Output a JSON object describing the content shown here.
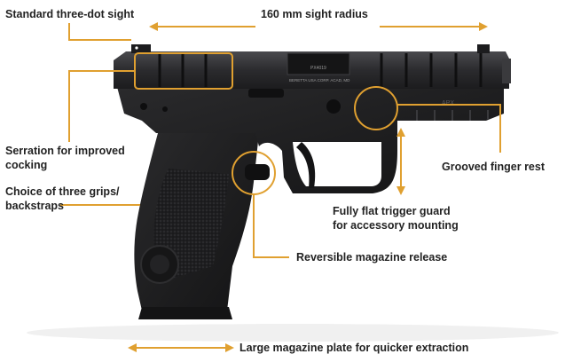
{
  "callouts": {
    "sight": "Standard three-dot sight",
    "radius": "160 mm sight radius",
    "serration_1": "Serration for improved",
    "serration_2": "cocking",
    "grips_1": "Choice of three grips/",
    "grips_2": "backstraps",
    "finger_rest": "Grooved finger rest",
    "guard_1": "Fully flat trigger guard",
    "guard_2": "for accessory mounting",
    "magazine_release": "Reversible magazine release",
    "magazine_plate": "Large magazine plate for quicker extraction"
  },
  "pistol": {
    "slide_engraving_1": "PX4019 ",
    "slide_engraving_2": "BERETTA USA CORP. ACAD, MD",
    "frame_mark": "APX"
  },
  "colors": {
    "accent": "#e0a030",
    "text": "#222222",
    "pistol": "#1b1b1c",
    "slide": "#262628"
  }
}
